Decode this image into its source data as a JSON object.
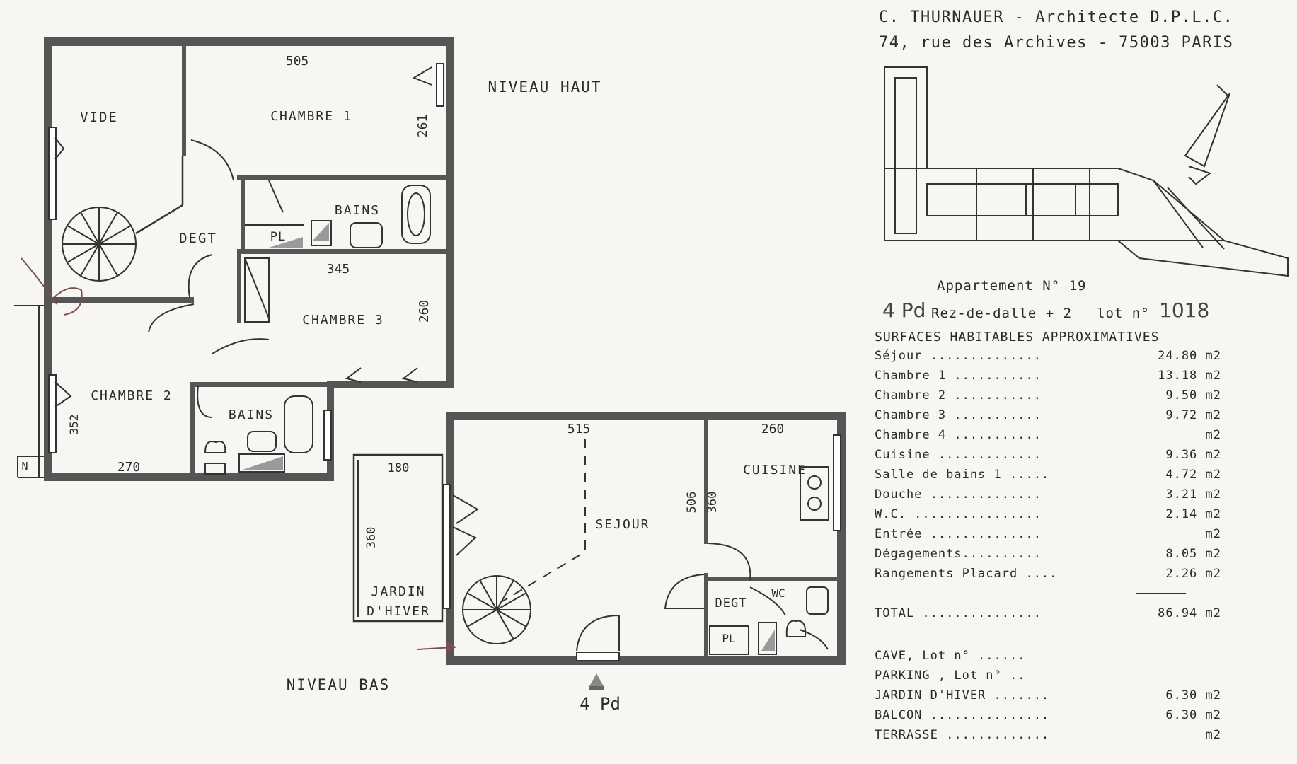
{
  "architect": {
    "line1": "C. THURNAUER - Architecte D.P.L.C.",
    "line2": "74, rue des Archives - 75003 PARIS"
  },
  "apartment": {
    "title": "Appartement N° 19",
    "type_hand": "4 Pd",
    "level": "Rez-de-dalle + 2",
    "lot_label": "lot n°",
    "lot_hand": "1018"
  },
  "levels": {
    "upper": "NIVEAU HAUT",
    "lower": "NIVEAU BAS"
  },
  "rooms": {
    "vide": "VIDE",
    "chambre1": "CHAMBRE 1",
    "degt_up": "DEGT",
    "bains_up": "BAINS",
    "pl_up": "PL",
    "chambre3": "CHAMBRE 3",
    "chambre2": "CHAMBRE 2",
    "bains_low": "BAINS",
    "sejour": "SEJOUR",
    "cuisine": "CUISINE",
    "degt_low": "DEGT",
    "wc": "WC",
    "pl_low": "PL",
    "jardin1": "JARDIN",
    "jardin2": "D'HIVER"
  },
  "dimensions": {
    "d505": "505",
    "d261": "261",
    "d345": "345",
    "d260_c3": "260",
    "d352": "352",
    "d270": "270",
    "d180": "180",
    "d360_j": "360",
    "d515": "515",
    "d260_c": "260",
    "d506": "506",
    "d360_c": "360"
  },
  "compass": "N",
  "entrance": "4 Pd",
  "surfaces": {
    "heading": "SURFACES HABITABLES APPROXIMATIVES",
    "rows": [
      {
        "label": "Séjour ..............",
        "value": "24.80 m2"
      },
      {
        "label": "Chambre 1 ...........",
        "value": "13.18 m2"
      },
      {
        "label": "Chambre 2 ...........",
        "value": "9.50 m2"
      },
      {
        "label": "Chambre 3 ...........",
        "value": "9.72 m2"
      },
      {
        "label": "Chambre 4 ...........",
        "value": "m2"
      },
      {
        "label": "Cuisine .............",
        "value": "9.36 m2"
      },
      {
        "label": "Salle de bains 1 .....",
        "value": "4.72 m2"
      },
      {
        "label": "Douche ..............",
        "value": "3.21 m2"
      },
      {
        "label": "W.C. ................",
        "value": "2.14 m2"
      },
      {
        "label": "Entrée ..............",
        "value": "m2"
      },
      {
        "label": "Dégagements..........",
        "value": "8.05 m2"
      },
      {
        "label": "Rangements Placard ....",
        "value": "2.26 m2"
      },
      {
        "label": "TOTAL ...............",
        "value": "86.94 m2"
      }
    ],
    "extras": [
      {
        "label": "CAVE, Lot n° ......",
        "value": ""
      },
      {
        "label": "PARKING , Lot n° ..",
        "value": ""
      },
      {
        "label": "JARDIN D'HIVER .......",
        "value": "6.30 m2"
      },
      {
        "label": "BALCON ...............",
        "value": "6.30 m2"
      },
      {
        "label": "TERRASSE .............",
        "value": "m2"
      }
    ]
  }
}
